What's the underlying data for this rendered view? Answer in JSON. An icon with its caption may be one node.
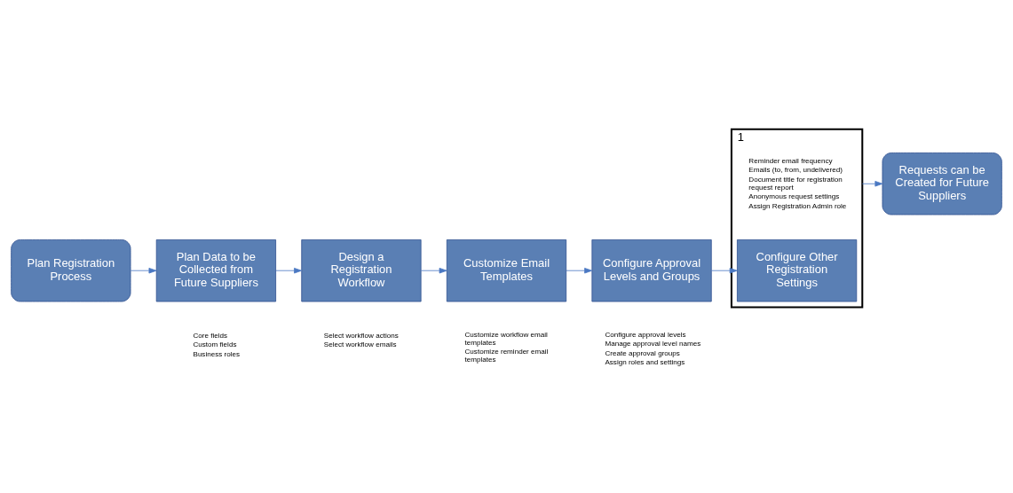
{
  "diagram": {
    "nodes": [
      {
        "text": [
          "Plan Registration Process"
        ]
      },
      {
        "text": [
          "Plan Data to be Collected from Future Suppliers"
        ],
        "beside": [
          "Core fields",
          "Custom fields",
          "Business roles"
        ]
      },
      {
        "text": [
          "Design a Registration Workflow"
        ],
        "beside": [
          "Select workflow actions",
          "Select workflow emails"
        ]
      },
      {
        "text": [
          "Customize Email Templates"
        ],
        "beside": [
          "Customize workflow email templates",
          "Customize reminder email templates"
        ]
      },
      {
        "text": [
          "Configure Approval Levels and Groups"
        ],
        "beside": [
          "Configure approval levels",
          "Manage approval level names",
          "Create approval groups",
          "Assign roles and settings"
        ]
      },
      {
        "text": [
          "1"
        ]
      },
      {
        "text": [
          "Configure Other Registration Settings"
        ],
        "in": 5,
        "beside": [
          "Reminder email frequency",
          "Emails (to, from, undelivered)",
          "Document title for registration request report",
          "Anonymous request settings",
          "Assign Registration Admin role"
        ]
      },
      {
        "text": [
          "Requests can be Created for Future Suppliers"
        ]
      }
    ],
    "edges": [
      {
        "from": 0,
        "to": 1,
        "arrow": "to"
      },
      {
        "from": 1,
        "to": 2,
        "arrow": "to"
      },
      {
        "from": 2,
        "to": 3,
        "arrow": "to"
      },
      {
        "from": 3,
        "to": 4,
        "arrow": "to"
      },
      {
        "from": 4,
        "to": 6,
        "arrow": "to"
      },
      {
        "from": 5,
        "to": 7,
        "arrow": "to"
      }
    ]
  }
}
